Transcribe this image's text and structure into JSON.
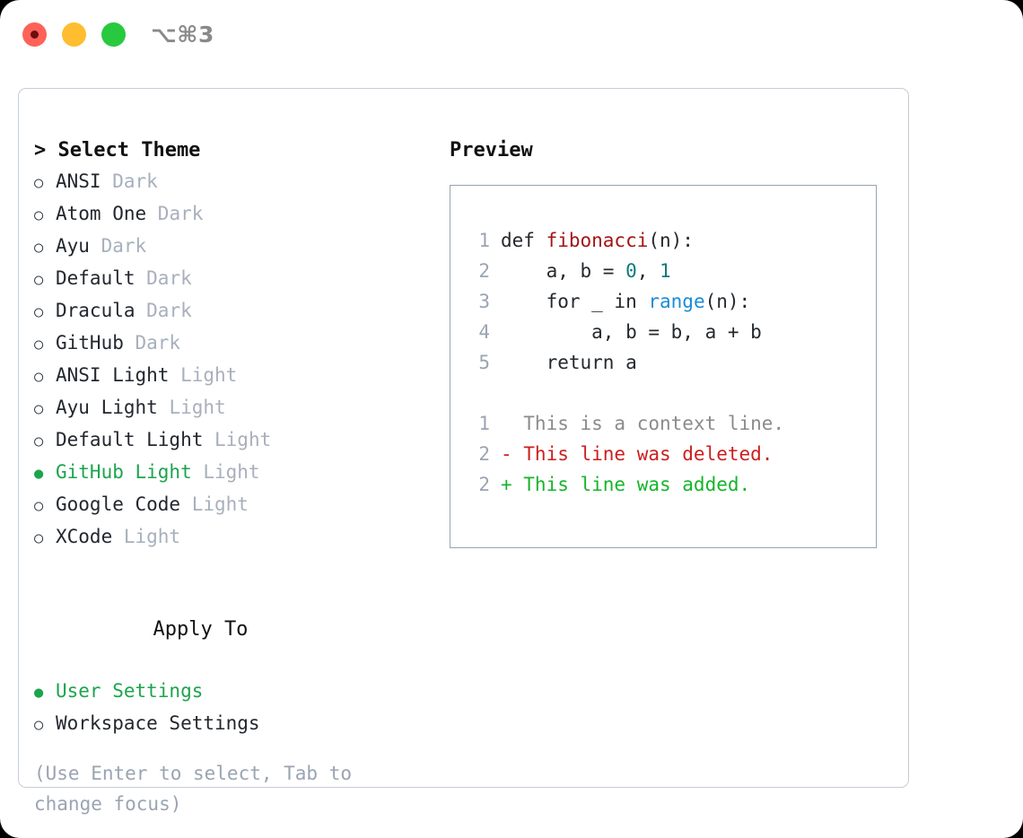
{
  "titlebar": {
    "shortcut": "⌥⌘3",
    "buttons": [
      {
        "name": "close",
        "color": "#ff6259"
      },
      {
        "name": "minimize",
        "color": "#ffbd2f"
      },
      {
        "name": "zoom",
        "color": "#28c93f"
      }
    ]
  },
  "theme_section": {
    "heading": "> Select Theme",
    "items": [
      {
        "marker": "○",
        "name": "ANSI",
        "tag": "Dark",
        "selected": false
      },
      {
        "marker": "○",
        "name": "Atom One",
        "tag": "Dark",
        "selected": false
      },
      {
        "marker": "○",
        "name": "Ayu",
        "tag": "Dark",
        "selected": false
      },
      {
        "marker": "○",
        "name": "Default",
        "tag": "Dark",
        "selected": false
      },
      {
        "marker": "○",
        "name": "Dracula",
        "tag": "Dark",
        "selected": false
      },
      {
        "marker": "○",
        "name": "GitHub",
        "tag": "Dark",
        "selected": false
      },
      {
        "marker": "○",
        "name": "ANSI Light",
        "tag": "Light",
        "selected": false
      },
      {
        "marker": "○",
        "name": "Ayu Light",
        "tag": "Light",
        "selected": false
      },
      {
        "marker": "○",
        "name": "Default Light",
        "tag": "Light",
        "selected": false
      },
      {
        "marker": "●",
        "name": "GitHub Light",
        "tag": "Light",
        "selected": true
      },
      {
        "marker": "○",
        "name": "Google Code",
        "tag": "Light",
        "selected": false
      },
      {
        "marker": "○",
        "name": "XCode",
        "tag": "Light",
        "selected": false
      }
    ]
  },
  "apply_section": {
    "heading": "Apply To",
    "items": [
      {
        "marker": "●",
        "name": "User Settings",
        "selected": true
      },
      {
        "marker": "○",
        "name": "Workspace Settings",
        "selected": false
      }
    ]
  },
  "hint": "(Use Enter to select, Tab to change focus)",
  "preview": {
    "title": "Preview",
    "code_lines": [
      {
        "num": "1",
        "tokens": [
          {
            "text": "def ",
            "type": "plain"
          },
          {
            "text": "fibonacci",
            "type": "fn"
          },
          {
            "text": "(n):",
            "type": "plain"
          }
        ]
      },
      {
        "num": "2",
        "tokens": [
          {
            "text": "    a, b = ",
            "type": "plain"
          },
          {
            "text": "0",
            "type": "num"
          },
          {
            "text": ", ",
            "type": "plain"
          },
          {
            "text": "1",
            "type": "num"
          }
        ]
      },
      {
        "num": "3",
        "tokens": [
          {
            "text": "    for _ in ",
            "type": "plain"
          },
          {
            "text": "range",
            "type": "call"
          },
          {
            "text": "(n):",
            "type": "plain"
          }
        ]
      },
      {
        "num": "4",
        "tokens": [
          {
            "text": "        a, b = b, a + b",
            "type": "plain"
          }
        ]
      },
      {
        "num": "5",
        "tokens": [
          {
            "text": "    return a",
            "type": "plain"
          }
        ]
      }
    ],
    "diff_lines": [
      {
        "num": "1",
        "text": "  This is a context line.",
        "kind": "ctx"
      },
      {
        "num": "2",
        "text": "- This line was deleted.",
        "kind": "del"
      },
      {
        "num": "2",
        "text": "+ This line was added.",
        "kind": "add"
      }
    ]
  },
  "colors": {
    "accent_green": "#1ca44c",
    "tag_gray": "#a7b0bd",
    "hint_gray": "#9aa4b2",
    "code_fn": "#a31515",
    "code_num": "#0d7a7a",
    "code_call": "#1a8cd8",
    "diff_del": "#cc1f1f",
    "diff_add": "#16b52b",
    "panel_border": "#c6cdd6",
    "preview_border": "#98a4b3"
  }
}
